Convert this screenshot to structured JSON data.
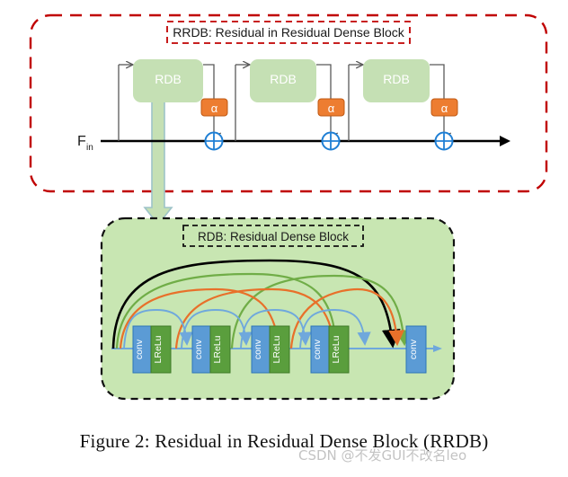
{
  "figure": {
    "caption": "Figure 2: Residual in Residual Dense Block (RRDB)",
    "watermark": "CSDN @不发GUI不改名leo"
  },
  "rrdb_panel": {
    "title": "RRDB: Residual in Residual Dense Block",
    "border_color": "#c00000",
    "input_label": "F",
    "input_label_sub": "in",
    "blocks": [
      {
        "label": "RDB"
      },
      {
        "label": "RDB"
      },
      {
        "label": "RDB"
      }
    ],
    "scale_boxes": [
      {
        "label": "α"
      },
      {
        "label": "α"
      },
      {
        "label": "α"
      }
    ],
    "sum_nodes": [
      {
        "label": "+"
      },
      {
        "label": "+"
      },
      {
        "label": "+"
      }
    ],
    "block_fill": "#c5e0b4",
    "block_text_color": "#ffffff",
    "scale_fill": "#ed7d31",
    "sum_color": "#1f7fd4"
  },
  "rdb_panel": {
    "title": "RDB: Residual Dense Block",
    "background": "#c8e6b2",
    "border_color": "#111111",
    "units": [
      {
        "conv": "conv",
        "act": "LReLu"
      },
      {
        "conv": "conv",
        "act": "LReLu"
      },
      {
        "conv": "conv",
        "act": "LReLu"
      },
      {
        "conv": "conv",
        "act": "LReLu"
      }
    ],
    "final_conv": {
      "conv": "conv"
    },
    "conv_fill": "#5b9bd5",
    "act_fill": "#5a9e3d",
    "skip_colors": {
      "level1": "#6fa8dc",
      "level2": "#e8702a",
      "level3": "#70ad47",
      "level4": "#000000"
    }
  },
  "connector": {
    "name": "green-down-arrow",
    "fill": "#c5e0b4",
    "stroke": "#9dc3c8"
  }
}
